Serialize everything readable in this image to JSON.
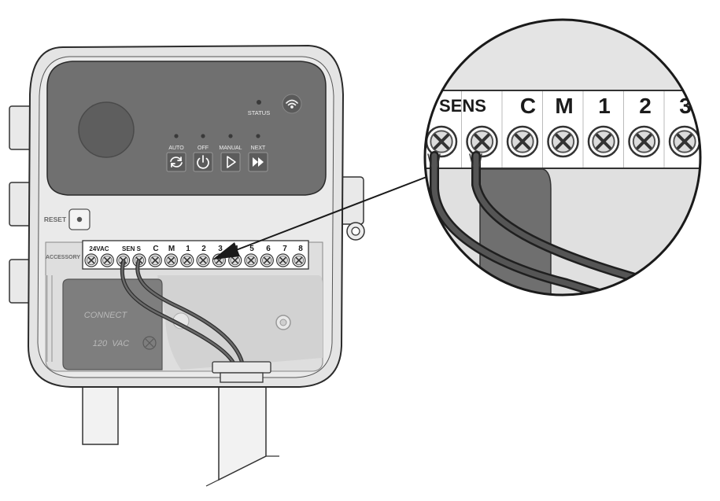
{
  "panel": {
    "status_label": "STATUS",
    "buttons": [
      {
        "label": "AUTO",
        "icon": "refresh-icon"
      },
      {
        "label": "OFF",
        "icon": "power-icon"
      },
      {
        "label": "MANUAL",
        "icon": "play-icon"
      },
      {
        "label": "NEXT",
        "icon": "fast-forward-icon"
      }
    ],
    "reset_label": "RESET",
    "accessory_label": "ACCESSORY"
  },
  "terminal_strip": {
    "labels": [
      "24VAC",
      "SEN S",
      "C",
      "M",
      "1",
      "2",
      "3",
      "4",
      "5",
      "6",
      "7",
      "8"
    ]
  },
  "cover_box": {
    "line1": "CONNECT",
    "line2": "120  VAC"
  },
  "zoom": {
    "labels": [
      "SENS",
      "C",
      "M",
      "1",
      "2",
      "3"
    ]
  },
  "colors": {
    "panel": "#707070",
    "housing": "#e3e3e3",
    "outline": "#333333",
    "wire": "#4a4a4a"
  }
}
